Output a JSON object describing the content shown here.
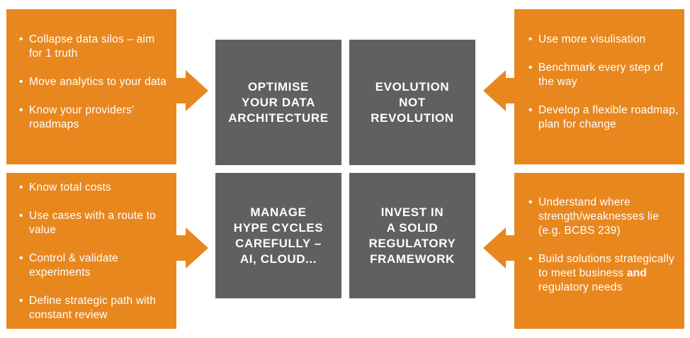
{
  "center": {
    "top_left": "OPTIMISE\nYOUR DATA\nARCHITECTURE",
    "top_right": "EVOLUTION\nNOT\nREVOLUTION",
    "bottom_left": "MANAGE\nHYPE CYCLES\nCAREFULLY –\nAI, CLOUD...",
    "bottom_right": "INVEST IN\nA SOLID\nREGULATORY\nFRAMEWORK"
  },
  "panels": {
    "top_left": [
      "Collapse data silos – aim for 1 truth",
      "Move analytics to your data",
      "Know your providers' roadmaps"
    ],
    "top_right": [
      "Use more visulisation",
      "Benchmark every step of the way",
      "Develop a flexible roadmap, plan for change"
    ],
    "bottom_left": [
      "Know total costs",
      "Use cases with a route to value",
      "Control & validate experiments",
      "Define strategic path with constant review"
    ],
    "bottom_right": {
      "item1": "Understand where strength/weaknesses lie (e.g. BCBS 239)",
      "item2_pre": "Build solutions strategically to meet business ",
      "item2_bold": "and",
      "item2_post": " regulatory needs"
    }
  },
  "colors": {
    "orange": "#e8871e",
    "grey": "#5f6061"
  }
}
